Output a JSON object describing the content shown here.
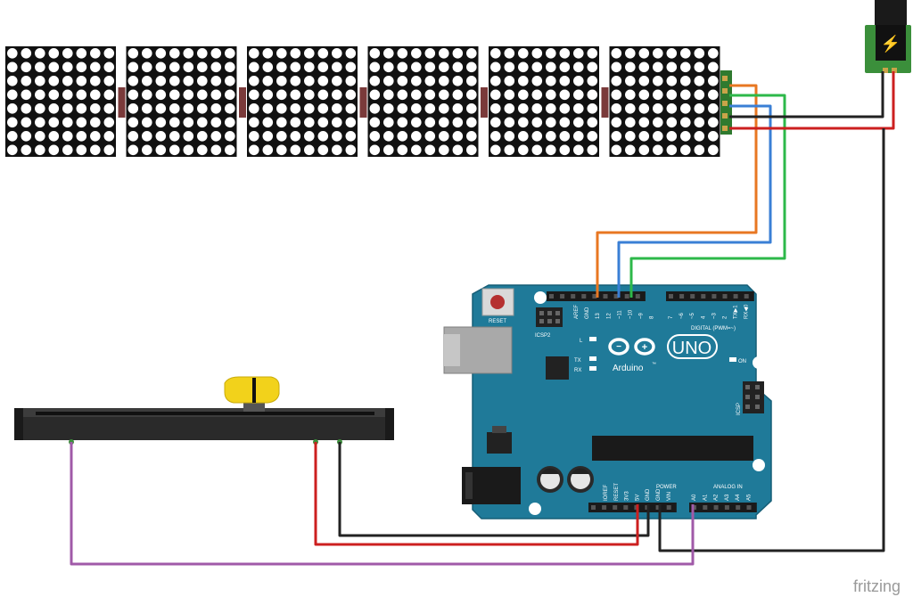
{
  "colors": {
    "board": "#1f7a99",
    "matrix_bg": "#111111",
    "led_dot": "#ffffff",
    "wire_orange": "#e87722",
    "wire_blue": "#3a7fd5",
    "wire_green": "#2db84a",
    "wire_black": "#222222",
    "wire_red": "#cc1f1f",
    "wire_purple": "#a05aa8",
    "knob": "#f2d21b",
    "jack_green": "#3b8f3b"
  },
  "matrices": {
    "count": 6,
    "rows": 8,
    "cols": 8
  },
  "arduino": {
    "model": "UNO",
    "brand": "Arduino",
    "trademark": "™",
    "reset_label": "RESET",
    "icsp2_label": "ICSP2",
    "icsp_label": "ICSP",
    "led_l": "L",
    "led_tx": "TX",
    "led_rx": "RX",
    "on_label": "ON",
    "digital_label": "DIGITAL (PWM=~)",
    "power_label": "POWER",
    "analog_label": "ANALOG IN",
    "digital_pins_left": [
      "AREF",
      "GND",
      "13",
      "12",
      "~11",
      "~10",
      "~9",
      "8"
    ],
    "digital_pins_right": [
      "7",
      "~6",
      "~5",
      "4",
      "~3",
      "2",
      "TX▶1",
      "RX◀0"
    ],
    "power_pins": [
      "IOREF",
      "RESET",
      "3V3",
      "5V",
      "GND",
      "GND",
      "VIN"
    ],
    "analog_pins": [
      "A0",
      "A1",
      "A2",
      "A3",
      "A4",
      "A5"
    ]
  },
  "slider": {
    "type": "slide-potentiometer"
  },
  "power_jack": {
    "symbol": "⚡"
  },
  "watermark": "fritzing"
}
